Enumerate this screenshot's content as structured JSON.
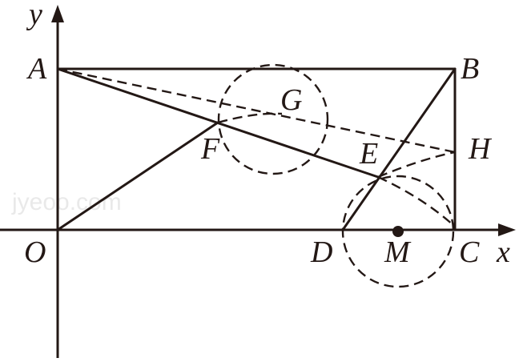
{
  "labels": {
    "y": "y",
    "x": "x",
    "A": "A",
    "B": "B",
    "G": "G",
    "F": "F",
    "E": "E",
    "H": "H",
    "O": "O",
    "D": "D",
    "M": "M",
    "C": "C"
  },
  "watermark": "jyeoo.com"
}
